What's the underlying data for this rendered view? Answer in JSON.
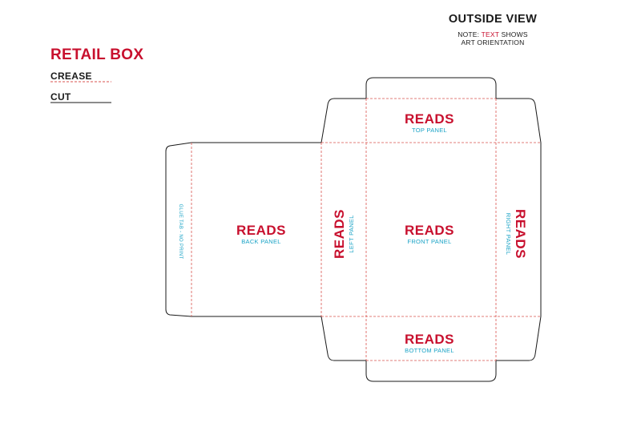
{
  "title": "RETAIL BOX",
  "legend": {
    "crease_label": "CREASE",
    "cut_label": "CUT"
  },
  "view": {
    "title": "OUTSIDE VIEW",
    "note_prefix": "NOTE: ",
    "note_highlight": "TEXT",
    "note_suffix": " SHOWS",
    "note_line2": "ART ORIENTATION"
  },
  "panels": {
    "top": {
      "reads": "READS",
      "label": "TOP PANEL"
    },
    "back": {
      "reads": "READS",
      "label": "BACK PANEL"
    },
    "left": {
      "reads": "READS",
      "label": "LEFT PANEL"
    },
    "front": {
      "reads": "READS",
      "label": "FRONT PANEL"
    },
    "right": {
      "reads": "READS",
      "label": "RIGHT PANEL"
    },
    "bottom": {
      "reads": "READS",
      "label": "BOTTOM PANEL"
    },
    "glue": {
      "label": "GLUE TAB - NO PRINT"
    }
  },
  "colors": {
    "accent": "#c8102e",
    "panel_text": "#1aa3c6",
    "cut_line": "#1a1a1a",
    "crease_line": "#d9534f"
  }
}
